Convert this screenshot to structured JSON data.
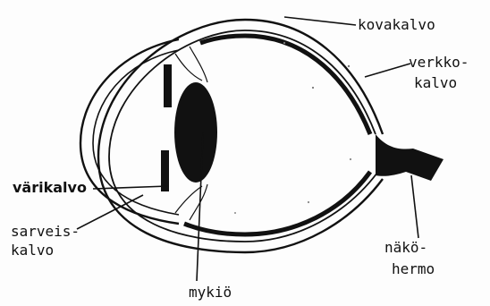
{
  "diagram": {
    "labels": {
      "sclera": "kovakalvo",
      "retina_line1": "verkko-",
      "retina_line2": "kalvo",
      "iris": "värikalvo",
      "cornea_line1": "sarveis-",
      "cornea_line2": "kalvo",
      "optic_nerve_line1": "näkö-",
      "optic_nerve_line2": "hermo",
      "lens": "mykiö"
    },
    "colors": {
      "ink": "#111111",
      "background": "#fdfdfd"
    }
  }
}
